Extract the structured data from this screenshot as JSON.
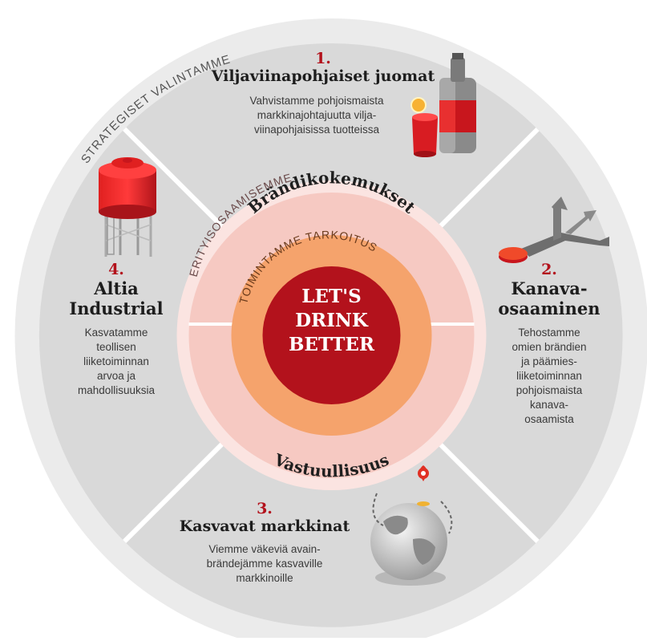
{
  "outer_ring_label": "STRATEGISET VALINTAMME",
  "middle_ring_label": "ERITYISOSAAMISEMME",
  "inner_ring_label": "TOIMINTAMME TARKOITUS",
  "core_lines": [
    "LET'S",
    "DRINK",
    "BETTER"
  ],
  "competence_top": "Brändikokemukset",
  "competence_bottom": "Vastuullisuus",
  "choices": [
    {
      "number": "1.",
      "title": "Viljaviinapohjaiset juomat",
      "description_lines": [
        "Vahvistamme pohjoismaista",
        "markkinajohtajuutta vilja-",
        "viinapohjaisissa tuotteissa"
      ],
      "icon": "vodka-bottle-and-glass-icon"
    },
    {
      "number": "2.",
      "title_lines": [
        "Kanava-",
        "osaaminen"
      ],
      "description_lines": [
        "Tehostamme",
        "omien brändien",
        "ja päämies-",
        "liiketoiminnan",
        "pohjoismaista",
        "kanava-",
        "osaamista"
      ],
      "icon": "branching-arrows-icon"
    },
    {
      "number": "3.",
      "title": "Kasvavat markkinat",
      "description_lines": [
        "Viemme väkeviä avain-",
        "brändejämme kasvaville",
        "markkinoille"
      ],
      "icon": "globe-with-pin-icon"
    },
    {
      "number": "4.",
      "title_lines": [
        "Altia",
        "Industrial"
      ],
      "description_lines": [
        "Kasvatamme",
        "teollisen",
        "liiketoiminnan",
        "arvoa ja",
        "mahdollisuuksia"
      ],
      "icon": "storage-tank-icon"
    }
  ],
  "colors": {
    "outer_ring": "#ebebeb",
    "sector": "#d9d9d9",
    "middle_ring": "#fbe4e1",
    "middle_sector": "#f6c9c2",
    "inner_ring": "#f5a36c",
    "core": "#b3121c",
    "accent_red": "#c8161d"
  }
}
